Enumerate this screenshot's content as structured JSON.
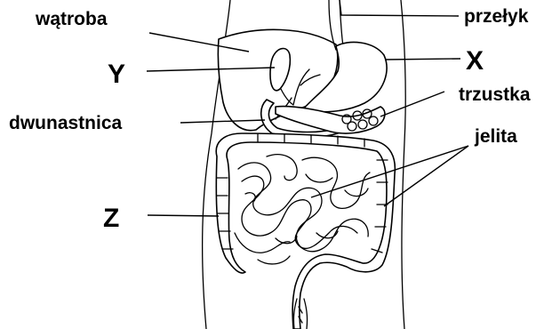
{
  "labels": {
    "liver": "wątroba",
    "esophagus": "przełyk",
    "y": "Y",
    "x": "X",
    "pancreas": "trzustka",
    "duodenum": "dwunastnica",
    "intestines": "jelita",
    "z": "Z"
  }
}
